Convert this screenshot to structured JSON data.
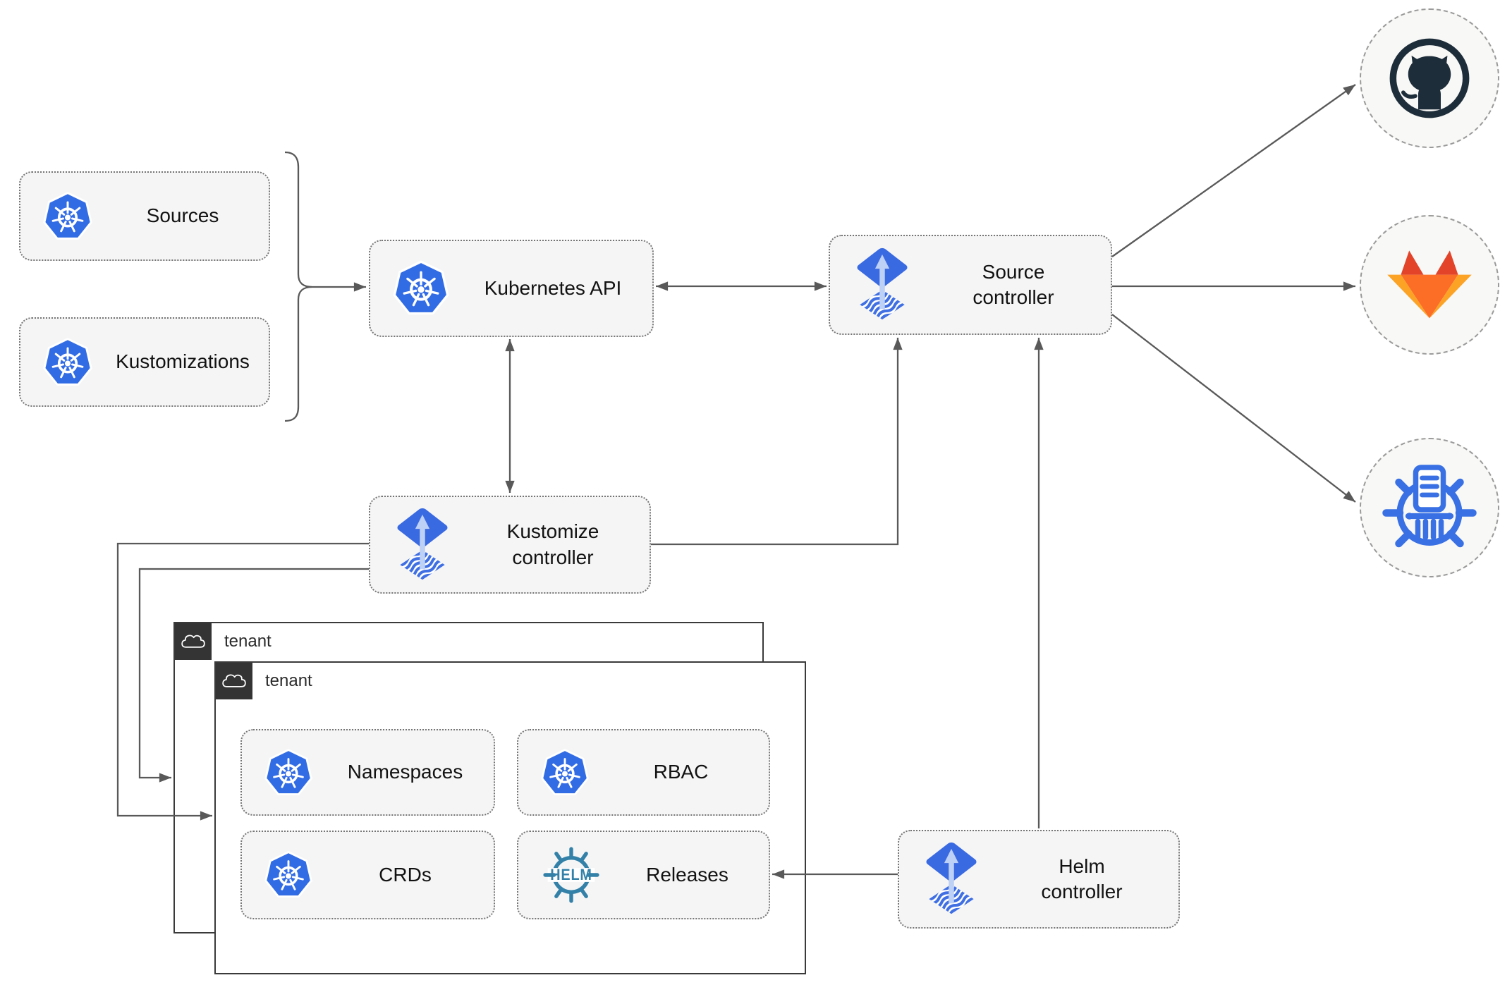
{
  "diagram": {
    "nodes": {
      "sources": {
        "label": "Sources",
        "icon": "kubernetes"
      },
      "kustomizations": {
        "label": "Kustomizations",
        "icon": "kubernetes"
      },
      "kubernetes_api": {
        "label": "Kubernetes API",
        "icon": "kubernetes"
      },
      "source_controller": {
        "label": "Source controller",
        "icon": "flux"
      },
      "kustomize_controller": {
        "label": "Kustomize controller",
        "icon": "flux"
      },
      "helm_controller": {
        "label": "Helm controller",
        "icon": "flux"
      },
      "namespaces": {
        "label": "Namespaces",
        "icon": "kubernetes"
      },
      "rbac": {
        "label": "RBAC",
        "icon": "kubernetes"
      },
      "crds": {
        "label": "CRDs",
        "icon": "kubernetes"
      },
      "releases": {
        "label": "Releases",
        "icon": "helm"
      }
    },
    "groups": {
      "tenant_outer": {
        "label": "tenant",
        "icon": "cloud"
      },
      "tenant_inner": {
        "label": "tenant",
        "icon": "cloud"
      }
    },
    "endpoints": {
      "github": {
        "icon": "github"
      },
      "gitlab": {
        "icon": "gitlab"
      },
      "helm_repository": {
        "icon": "chartmuseum"
      }
    },
    "helm_wordmark": "HELM",
    "colors": {
      "kubernetes_blue": "#326ce5",
      "flux_blue": "#3a6ae2",
      "flux_arrow_light": "#bdd0f5",
      "flux_wave_blue": "#3f6fe3",
      "helm_teal": "#3381a8",
      "chartmuseum_blue": "#3970e4",
      "github_dark": "#1e2d3a",
      "gitlab_red": "#e24329",
      "gitlab_orange": "#fc6d26",
      "gitlab_yellow": "#fca326",
      "wire_gray": "#595959",
      "node_fill": "#f5f5f5",
      "tenant_tab": "#343434"
    }
  }
}
